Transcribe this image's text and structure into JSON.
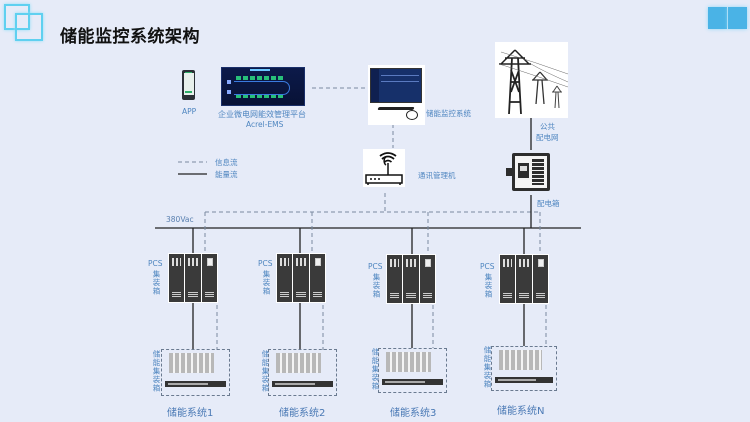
{
  "header": {
    "title": "储能监控系统架构"
  },
  "top_nodes": {
    "app_label": "APP",
    "platform_label_line1": "企业微电网能效管理平台",
    "platform_label_line2": "Acrel-EMS",
    "monitor_label": "储能监控系统",
    "public_grid_line1": "公共",
    "public_grid_line2": "配电网",
    "comm_manager_label": "通讯管理机",
    "distribution_box_label": "配电箱"
  },
  "legend": {
    "items": [
      {
        "label": "信息流",
        "style": "dashed"
      },
      {
        "label": "能量流",
        "style": "solid"
      }
    ]
  },
  "bus": {
    "voltage_label": "380Vac"
  },
  "systems": [
    {
      "pcs_label_top": "PCS",
      "pcs_label_vert": "集装箱",
      "battery_label": "储能集装箱",
      "name": "储能系统1"
    },
    {
      "pcs_label_top": "PCS",
      "pcs_label_vert": "集装箱",
      "battery_label": "储能集装箱",
      "name": "储能系统2"
    },
    {
      "pcs_label_top": "PCS",
      "pcs_label_vert": "集装箱",
      "battery_label": "储能集装箱",
      "name": "储能系统3"
    },
    {
      "pcs_label_top": "PCS",
      "pcs_label_vert": "集装箱",
      "battery_label": "储能集装箱",
      "name": "储能系统N"
    }
  ],
  "colors": {
    "background": "#e6ebf8",
    "label_blue": "#4f86c0",
    "accent_cyan": "#4ab3e6",
    "line_dark": "#222222",
    "line_dashed": "#7a8aa0"
  }
}
